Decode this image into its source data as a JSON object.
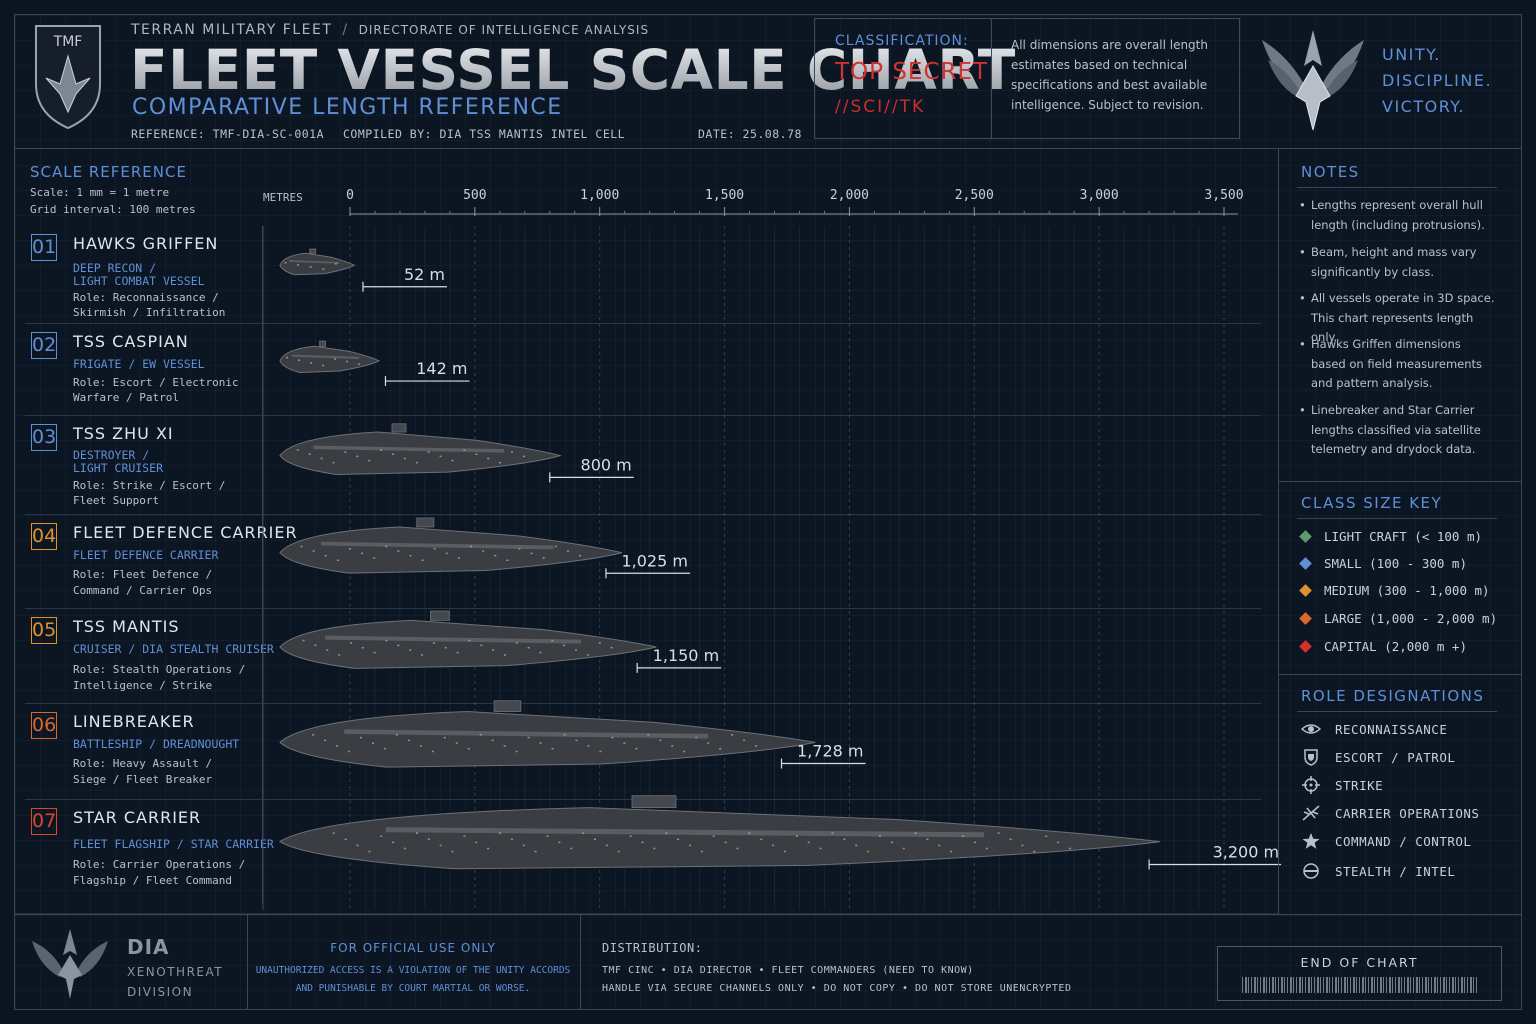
{
  "header": {
    "emblem_text": "TMF",
    "org": "TERRAN MILITARY FLEET",
    "separator": "/",
    "directorate": "DIRECTORATE OF INTELLIGENCE ANALYSIS",
    "title": "FLEET VESSEL SCALE CHART",
    "subtitle": "COMPARATIVE LENGTH REFERENCE",
    "reference": "REFERENCE: TMF-DIA-SC-001A",
    "compiled": "COMPILED BY: DIA TSS MANTIS INTEL CELL",
    "date": "DATE: 25.08.78"
  },
  "classification": {
    "label": "CLASSIFICATION:",
    "level": "TOP SECRET",
    "caveat": "//SCI//TK",
    "note": "All dimensions are overall length estimates based on technical specifications and best available intelligence. Subject to revision."
  },
  "motto": [
    "UNITY.",
    "DISCIPLINE.",
    "VICTORY."
  ],
  "scale": {
    "title": "SCALE REFERENCE",
    "line1": "Scale: 1 mm = 1 metre",
    "line2": "Grid interval: 100 metres",
    "unit": "METRES"
  },
  "chart_data": {
    "type": "bar",
    "xlim": [
      0,
      3500
    ],
    "x_ticks": [
      0,
      500,
      1000,
      1500,
      2000,
      2500,
      3000,
      3500
    ],
    "x_tick_labels": [
      "0",
      "500",
      "1,000",
      "1,500",
      "2,000",
      "2,500",
      "3,000",
      "3,500"
    ],
    "xlabel": "METRES",
    "categories": [
      "HAWKS GRIFFEN",
      "TSS CASPIAN",
      "TSS ZHU XI",
      "FLEET DEFENCE CARRIER",
      "TSS MANTIS",
      "LINEBREAKER",
      "STAR CARRIER"
    ],
    "values": [
      52,
      142,
      800,
      1025,
      1150,
      1728,
      3200
    ],
    "value_labels": [
      "52 m",
      "142 m",
      "800 m",
      "1,025 m",
      "1,150 m",
      "1,728 m",
      "3,200 m"
    ],
    "grid": true
  },
  "vessels": [
    {
      "num": "01",
      "name": "HAWKS GRIFFEN",
      "class1": "DEEP RECON /",
      "class2": "LIGHT COMBAT VESSEL",
      "role1": "Role: Reconnaissance /",
      "role2": "Skirmish / Infiltration",
      "color": "#5f8fd6"
    },
    {
      "num": "02",
      "name": "TSS CASPIAN",
      "class1": "FRIGATE / EW VESSEL",
      "class2": "",
      "role1": "Role: Escort / Electronic",
      "role2": "Warfare / Patrol",
      "color": "#5f8fd6"
    },
    {
      "num": "03",
      "name": "TSS ZHU XI",
      "class1": "DESTROYER /",
      "class2": "LIGHT CRUISER",
      "role1": "Role: Strike / Escort /",
      "role2": "Fleet Support",
      "color": "#5f8fd6"
    },
    {
      "num": "04",
      "name": "FLEET DEFENCE CARRIER",
      "class1": "FLEET DEFENCE CARRIER",
      "class2": "",
      "role1": "Role: Fleet Defence /",
      "role2": "Command / Carrier Ops",
      "color": "#e0902e"
    },
    {
      "num": "05",
      "name": "TSS MANTIS",
      "class1": "CRUISER / DIA STEALTH CRUISER",
      "class2": "",
      "role1": "Role: Stealth Operations /",
      "role2": "Intelligence / Strike",
      "color": "#e0902e"
    },
    {
      "num": "06",
      "name": "LINEBREAKER",
      "class1": "BATTLESHIP / DREADNOUGHT",
      "class2": "",
      "role1": "Role: Heavy Assault /",
      "role2": "Siege / Fleet Breaker",
      "color": "#d9692a"
    },
    {
      "num": "07",
      "name": "STAR CARRIER",
      "class1": "FLEET FLAGSHIP / STAR CARRIER",
      "class2": "",
      "role1": "Role: Carrier Operations /",
      "role2": "Flagship / Fleet Command",
      "color": "#d9472a"
    }
  ],
  "notes": {
    "title": "NOTES",
    "items": [
      "Lengths represent overall hull length (including protrusions).",
      "Beam, height and mass vary significantly by class.",
      "All vessels operate in 3D space. This chart represents length only.",
      "Hawks Griffen dimensions based on field measurements and pattern analysis.",
      "Linebreaker and Star Carrier lengths classified via satellite telemetry and drydock data."
    ]
  },
  "class_key": {
    "title": "CLASS SIZE KEY",
    "items": [
      {
        "label": "LIGHT CRAFT (< 100 m)",
        "color": "#5f9a6a"
      },
      {
        "label": "SMALL (100 - 300 m)",
        "color": "#5f8fd6"
      },
      {
        "label": "MEDIUM (300 - 1,000 m)",
        "color": "#e0902e"
      },
      {
        "label": "LARGE (1,000 - 2,000 m)",
        "color": "#d9692a"
      },
      {
        "label": "CAPITAL (2,000 m +)",
        "color": "#d33030"
      }
    ]
  },
  "roles": {
    "title": "ROLE DESIGNATIONS",
    "items": [
      {
        "label": "RECONNAISSANCE",
        "icon": "eye-icon"
      },
      {
        "label": "ESCORT / PATROL",
        "icon": "shield-icon"
      },
      {
        "label": "STRIKE",
        "icon": "crosshair-icon"
      },
      {
        "label": "CARRIER OPERATIONS",
        "icon": "fighter-icon"
      },
      {
        "label": "COMMAND / CONTROL",
        "icon": "star-icon"
      },
      {
        "label": "STEALTH / INTEL",
        "icon": "mask-icon"
      }
    ]
  },
  "footer": {
    "dia": "DIA",
    "dia_sub1": "XENOTHREAT",
    "dia_sub2": "DIVISION",
    "fouo": "FOR OFFICIAL USE ONLY",
    "fouo_sub1": "UNAUTHORIZED ACCESS IS A VIOLATION OF THE UNITY ACCORDS",
    "fouo_sub2": "AND PUNISHABLE BY COURT MARTIAL OR WORSE.",
    "dist_title": "DISTRIBUTION:",
    "dist1": "TMF CINC  •  DIA DIRECTOR  •  FLEET COMMANDERS (NEED TO KNOW)",
    "dist2": "HANDLE VIA SECURE CHANNELS ONLY  •  DO NOT COPY  •  DO NOT STORE UNENCRYPTED",
    "end": "END OF CHART"
  }
}
